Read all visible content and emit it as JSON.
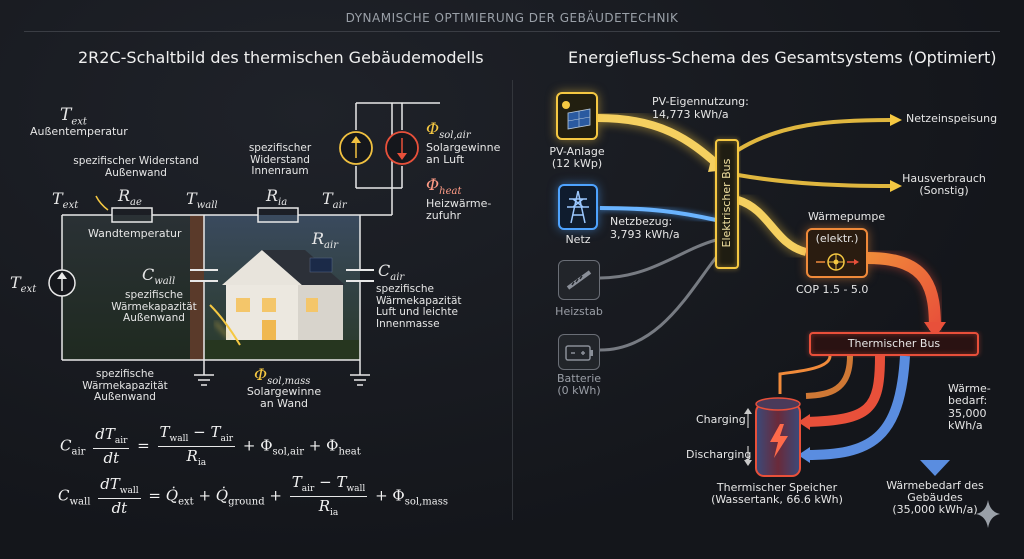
{
  "header": {
    "title": "DYNAMISCHE OPTIMIERUNG DER GEBÄUDETECHNIK"
  },
  "left_panel": {
    "title": "2R2C-Schaltbild des thermischen Gebäudemodells",
    "t_ext_top_sym": "T",
    "t_ext_top_sub": "ext",
    "t_ext_top_desc": "Außentemperatur",
    "r_ae_desc": "spezifischer Widerstand\nAußenwand",
    "r_ia_desc": "spezifischer\nWiderstand\nInnenraum",
    "node_text_sym": "T",
    "node_text_sub": "ext",
    "r_ae_sym": "R",
    "r_ae_sub": "ae",
    "node_twall_sym": "T",
    "node_twall_sub": "wall",
    "r_ia_sym": "R",
    "r_ia_sub": "ia",
    "node_tair_sym": "T",
    "node_tair_sub": "air",
    "phi_sol_air_sym": "Φ",
    "phi_sol_air_sub": "sol,air",
    "phi_sol_air_desc": "Solargewinne\nan Luft",
    "phi_heat_sym": "Φ",
    "phi_heat_sub": "heat",
    "phi_heat_desc": "Heizwärme-\nzufuhr",
    "wall_temp_label": "Wandtemperatur",
    "r_air_sym": "R",
    "r_air_sub": "air",
    "source_text_sym": "T",
    "source_text_sub": "ext",
    "c_wall_sym": "C",
    "c_wall_sub": "wall",
    "c_wall_desc": "spezifische\nWärmekapazität\nAußenwand",
    "c_air_sym": "C",
    "c_air_sub": "air",
    "c_air_desc": "spezifische\nWärmekapazität\nLuft und leichte\nInnenmasse",
    "bottom_cap_desc": "spezifische\nWärmekapazität\nAußenwand",
    "phi_sol_mass_sym": "Φ",
    "phi_sol_mass_sub": "sol,mass",
    "phi_sol_mass_desc": "Solargewinne\nan Wand"
  },
  "equations": {
    "eq1": {
      "lhs_c": "C",
      "lhs_c_sub": "air",
      "num": "dT",
      "num_sub": "air",
      "den": "dt",
      "eq": "=",
      "rhs_num_a": "T",
      "rhs_num_a_sub": "wall",
      "rhs_minus": "−",
      "rhs_num_b": "T",
      "rhs_num_b_sub": "air",
      "rhs_den": "R",
      "rhs_den_sub": "ia",
      "plus1": "+",
      "phi1": "Φ",
      "phi1_sub": "sol,air",
      "plus2": "+",
      "phi2": "Φ",
      "phi2_sub": "heat"
    },
    "eq2": {
      "lhs_c": "C",
      "lhs_c_sub": "wall",
      "num": "dT",
      "num_sub": "wall",
      "den": "dt",
      "eq": "=",
      "q1": "Q̇",
      "q1_sub": "ext",
      "plus1": "+",
      "q2": "Q̇",
      "q2_sub": "ground",
      "plus2": "+",
      "rhs_num_a": "T",
      "rhs_num_a_sub": "air",
      "rhs_minus": "−",
      "rhs_num_b": "T",
      "rhs_num_b_sub": "wall",
      "rhs_den": "R",
      "rhs_den_sub": "ia",
      "plus3": "+",
      "phi": "Φ",
      "phi_sub": "sol,mass"
    }
  },
  "right_panel": {
    "title": "Energiefluss-Schema des Gesamtsystems (Optimiert)",
    "pv_label": "PV-Anlage\n(12 kWp)",
    "pv_flow_label": "PV-Eigennutzung:\n14,773 kWh/a",
    "grid_label": "Netz",
    "grid_flow_label": "Netzbezug:\n3,793 kWh/a",
    "heater_label": "Heizstab",
    "battery_label": "Batterie\n(0 kWh)",
    "bus_label": "Elektrischer Bus",
    "export_label": "Netzeinspeisung",
    "household_label": "Hausverbrauch\n(Sonstig)",
    "heatpump_title": "Wärmepumpe",
    "heatpump_box": "(elektr.)",
    "heatpump_cop": "COP 1.5 - 5.0",
    "thermal_bus_label": "Thermischer Bus",
    "charging_label": "Charging",
    "discharging_label": "Discharging",
    "storage_label": "Thermischer Speicher\n(Wassertank, 66.6 kWh)",
    "heat_demand_flow": "Wärme-\nbedarf:\n35,000 kWh/a",
    "building_demand": "Wärmebedarf des\nGebäudes\n(35,000 kWh/a)"
  },
  "colors": {
    "solar_yellow": "#f5c842",
    "electric_blue": "#4ea3ff",
    "heat_red": "#e8503a",
    "heat_orange": "#f08a3a",
    "cold_blue": "#5a8de0",
    "grey": "#8a8f98"
  },
  "icons": {
    "pv": "solar-panel-icon",
    "grid": "power-tower-icon",
    "heater": "heating-rod-icon",
    "battery": "battery-icon",
    "heatpump": "heat-pump-icon",
    "storage": "lightning-tank-icon",
    "sparkle": "sparkle-icon"
  }
}
